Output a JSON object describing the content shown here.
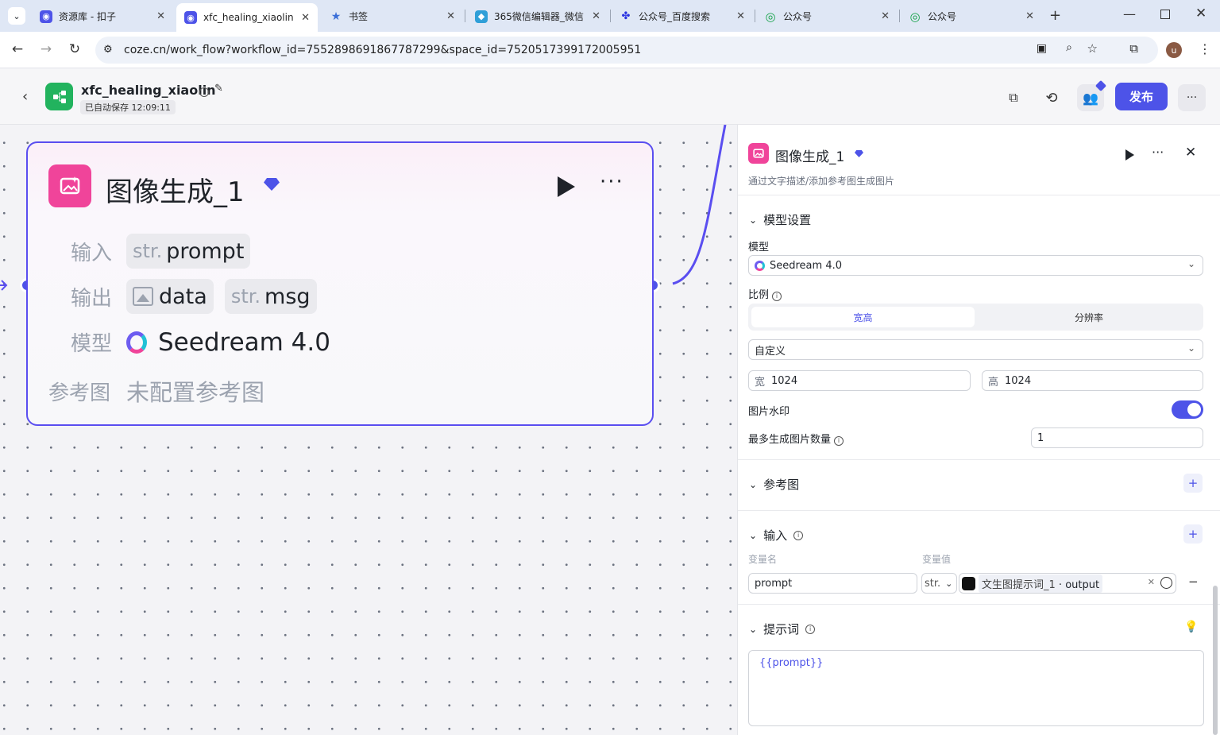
{
  "browser": {
    "tabs": [
      {
        "title": "资源库 - 扣子"
      },
      {
        "title": "xfc_healing_xiaolin"
      },
      {
        "title": "书签"
      },
      {
        "title": "365微信编辑器_微信"
      },
      {
        "title": "公众号_百度搜索"
      },
      {
        "title": "公众号"
      },
      {
        "title": "公众号"
      }
    ],
    "url": "coze.cn/work_flow?workflow_id=7552898691867787299&space_id=7520517399172005951",
    "profile_initial": "u"
  },
  "header": {
    "title": "xfc_healing_xiaolin",
    "autosave": "已自动保存 12:09:11",
    "publish_label": "发布"
  },
  "node": {
    "title": "图像生成_1",
    "input_label": "输入",
    "input_type": "str.",
    "input_name": "prompt",
    "output_label": "输出",
    "output_data": "data",
    "output_type": "str.",
    "output_msg": "msg",
    "model_label": "模型",
    "model_value": "Seedream 4.0",
    "ref_label": "参考图",
    "ref_value": "未配置参考图"
  },
  "panel": {
    "title": "图像生成_1",
    "description": "通过文字描述/添加参考图生成图片",
    "model_section": "模型设置",
    "model_label": "模型",
    "model_value": "Seedream 4.0",
    "ratio_label": "比例",
    "ratio_tabs": [
      "宽高",
      "分辨率"
    ],
    "ratio_select": "自定义",
    "width_prefix": "宽",
    "width_value": "1024",
    "height_prefix": "高",
    "height_value": "1024",
    "watermark_label": "图片水印",
    "watermark_on": true,
    "max_count_label": "最多生成图片数量",
    "max_count_value": "1",
    "ref_section": "参考图",
    "input_section": "输入",
    "var_name_header": "变量名",
    "var_value_header": "变量值",
    "var_name": "prompt",
    "var_type": "str.",
    "var_ref": "文生图提示词_1",
    "var_ref_field": "output",
    "prompt_section": "提示词",
    "prompt_text": "{{prompt}}"
  },
  "colors": {
    "accent": "#4d53e8",
    "node_border": "#5a4ef0",
    "icon_pink": "#f0449a"
  }
}
